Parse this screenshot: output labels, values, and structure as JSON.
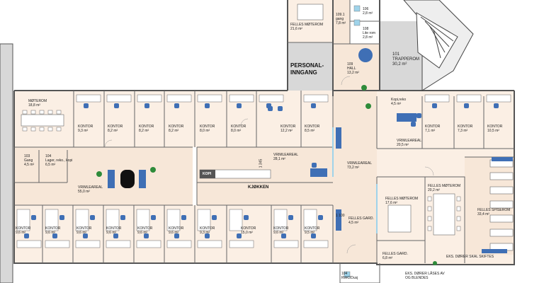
{
  "rooms": {
    "felles_moterom_top": {
      "name": "FELLES MØTEROM",
      "area": "21,6 m²"
    },
    "gang_1091": {
      "name": "109.1",
      "sub": "gang",
      "area": "7,8 m²"
    },
    "rom_106": {
      "name": "106",
      "area": "2,8 m²"
    },
    "rom_108": {
      "name": "108",
      "sub": "Lite rom",
      "area": "2,8 m²"
    },
    "trapperom": {
      "name": "101",
      "sub": "TRAPPEROM",
      "area": "30,2 m²"
    },
    "hall": {
      "name": "109",
      "sub": "HALL",
      "area": "13,2 m²"
    },
    "moterom_left": {
      "name": "MØTEROM",
      "area": "18,8 m²"
    },
    "gang_103": {
      "name": "103",
      "sub": "Gang",
      "area": "4,5 m²"
    },
    "lager_104": {
      "name": "104",
      "sub": "Lager, reko., kopi",
      "area": "6,5 m²"
    },
    "vrimleareal_left": {
      "name": "VRIMLEAREAL",
      "area": "55,0 m²"
    },
    "vrimleareal_center": {
      "name": "VRIMLEAREAL",
      "area": "28,1 m²"
    },
    "vrimleareal_right": {
      "name": "VRIMLEAREAL",
      "area": "73,2 m²"
    },
    "vrimleareal_kopi": {
      "name": "VRIMLEAREAL",
      "area": "20,5 m²"
    },
    "kopi_lreko": {
      "name": "Kopi,reko",
      "area": "4,5 m²"
    },
    "felles_moterom_mid": {
      "name": "FELLES MØTEROM",
      "area": "17,6 m²"
    },
    "felles_moterom_right": {
      "name": "FELLES MØTEROM",
      "area": "20,2 m²"
    },
    "felles_spiserom": {
      "name": "FELLES SPISEROM",
      "area": "33,4 m²"
    },
    "felles_gard_a": {
      "name": "FELLES GARD.",
      "area": "4,5 m²"
    },
    "felles_gard_b": {
      "name": "FELLES GARD.",
      "area": "6,8 m²"
    },
    "rwc": {
      "name": "104",
      "sub": "RWC/Dusj",
      "area": ""
    }
  },
  "top_kontor": [
    {
      "name": "KONTOR",
      "area": "9,3 m²"
    },
    {
      "name": "KONTOR",
      "area": "8,2 m²"
    },
    {
      "name": "KONTOR",
      "area": "8,2 m²"
    },
    {
      "name": "KONTOR",
      "area": "8,2 m²"
    },
    {
      "name": "KONTOR",
      "area": "8,0 m²"
    },
    {
      "name": "KONTOR",
      "area": "8,0 m²"
    },
    {
      "name": "KONTOR",
      "area": "12,2 m²"
    },
    {
      "name": "KONTOR",
      "area": "8,5 m²"
    }
  ],
  "right_kontor": [
    {
      "name": "KONTOR",
      "area": "7,1 m²"
    },
    {
      "name": "KONTOR",
      "area": "7,3 m²"
    },
    {
      "name": "KONTOR",
      "area": "10,5 m²"
    }
  ],
  "bottom_kontor": [
    {
      "name": "KONTOR",
      "area": "9,6 m²"
    },
    {
      "name": "KONTOR",
      "area": "9,6 m²"
    },
    {
      "name": "KONTOR",
      "area": "9,6 m²"
    },
    {
      "name": "KONTOR",
      "area": "9,6 m²"
    },
    {
      "name": "KONTOR",
      "area": "9,6 m²"
    },
    {
      "name": "KONTOR",
      "area": "9,6 m²"
    },
    {
      "name": "KONTOR",
      "area": "9,3 m²"
    },
    {
      "name": "KONTOR",
      "area": "15,0 m²"
    },
    {
      "name": "KONTOR",
      "area": "9,6 m²"
    },
    {
      "name": "KONTOR",
      "area": "9,5 m²"
    }
  ],
  "labels": {
    "personalinngang": [
      "PERSONAL-",
      "INNGANG"
    ],
    "kjokken": "KJØKKEN",
    "kopi": "KOPI",
    "dim_1": "1 345",
    "dim_2": "1 100",
    "eks_dorer": "EKS. DØRER SKAL SKIFTES",
    "eks_dorer_bottom": [
      "EKS. DØRER LÅSES AV",
      "OG BLENDES"
    ]
  },
  "colors": {
    "wall": "#555555",
    "chair_blue": "#3f6fb5",
    "plant_green": "#2e8b3a",
    "glass": "#9fd3ea",
    "corridor": "#f7e7d8",
    "desk": "#ffffff",
    "annex_grey": "#d8d8d8"
  }
}
